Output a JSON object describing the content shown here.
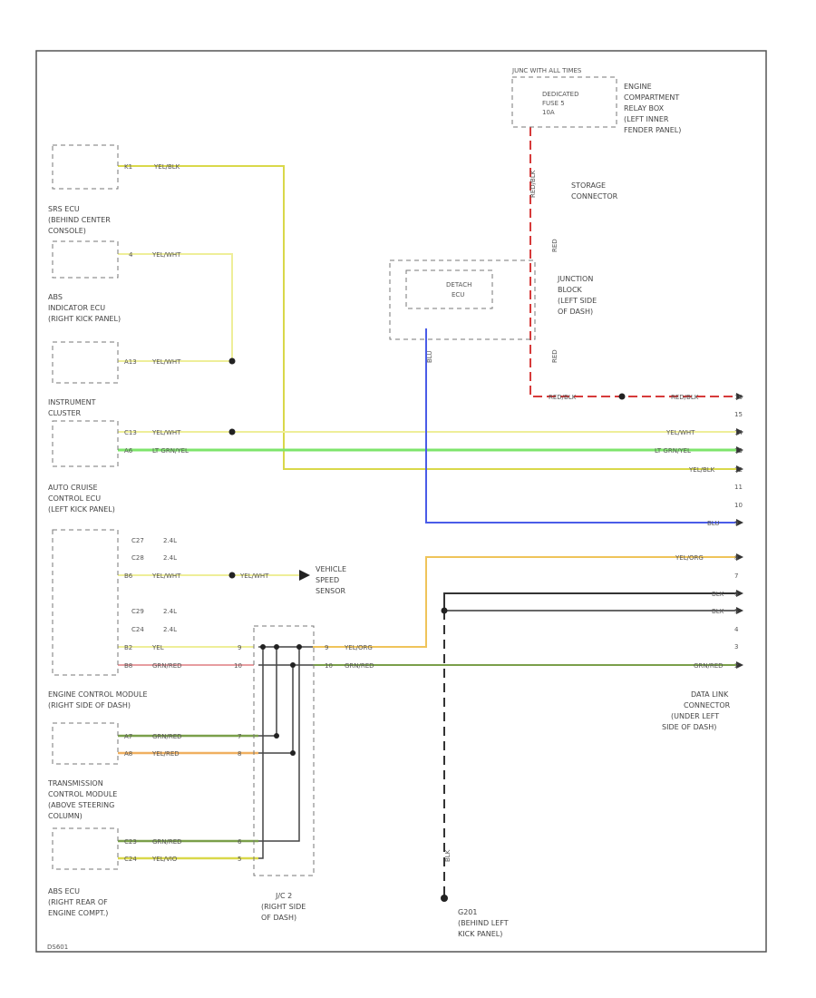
{
  "colors": {
    "yellow_black": "#d9d84a",
    "yellow_white": "#eeee99",
    "light_green": "#7de46b",
    "blue": "#4a5ce8",
    "red": "#d63a3a",
    "yellow_orange": "#efc45a",
    "green_red": "#7a9f4a",
    "black": "#333333",
    "pink": "#e79da0",
    "orange": "#f0b060"
  },
  "components": {
    "fuse_box_note": "JUNC WITH ALL TIMES",
    "relay_box": [
      "ENGINE",
      "COMPARTMENT",
      "RELAY BOX",
      "(LEFT INNER",
      "FENDER PANEL)"
    ],
    "dedicated_fuse": [
      "DEDICATED",
      "FUSE 5",
      "10A"
    ],
    "storage_connector": [
      "STORAGE",
      "CONNECTOR"
    ],
    "junction_block": [
      "JUNCTION",
      "BLOCK",
      "(LEFT SIDE",
      "OF DASH)"
    ],
    "detach_ecu": [
      "DETACH",
      "ECU"
    ],
    "srs_ecu": [
      "SRS ECU",
      "(BEHIND CENTER",
      "CONSOLE)"
    ],
    "abs_ecu": [
      "ABS",
      "INDICATOR ECU",
      "(RIGHT KICK PANEL)"
    ],
    "instrument_cluster": [
      "INSTRUMENT",
      "CLUSTER"
    ],
    "cruise_ecu": [
      "AUTO CRUISE",
      "CONTROL ECU",
      "(LEFT KICK PANEL)"
    ],
    "ecm": [
      "ENGINE CONTROL MODULE",
      "(RIGHT SIDE OF DASH)"
    ],
    "tcm": [
      "TRANSMISSION",
      "CONTROL MODULE",
      "(ABOVE STEERING",
      "COLUMN)"
    ],
    "abs_ecu2": [
      "ABS ECU",
      "(RIGHT REAR OF",
      "ENGINE COMPT.)"
    ],
    "vss": [
      "VEHICLE",
      "SPEED",
      "SENSOR"
    ],
    "jc2": [
      "J/C 2",
      "(RIGHT SIDE",
      "OF DASH)"
    ],
    "dlc": [
      "DATA LINK",
      "CONNECTOR",
      "(UNDER LEFT",
      "SIDE OF DASH)"
    ],
    "ground": [
      "G201",
      "(BEHIND LEFT",
      "KICK PANEL)"
    ]
  },
  "pins": {
    "srs": "K1",
    "abs": "4",
    "ic1": "A13",
    "cruise1": "C13",
    "cruise2": "A6",
    "ecm_c27": "C27",
    "ecm_c28": "C28",
    "ecm_b6": "B6",
    "ecm_c29": "C29",
    "ecm_c24": "C24",
    "ecm_b2": "B2",
    "ecm_b8": "B8",
    "tcm_a7": "A7",
    "tcm_a8": "A8",
    "abs_c23": "C23",
    "abs_c24": "C24",
    "jc_9a": "9",
    "jc_10a": "10",
    "jc_9b": "9",
    "jc_10b": "10",
    "jc_7a": "7",
    "jc_8a": "8",
    "jc_6b": "6",
    "jc_5b": "5",
    "jc_right_9": "9",
    "jc_right_10": "10",
    "dlc_pins": [
      "16",
      "15",
      "14",
      "13",
      "12",
      "11",
      "10",
      "9",
      "8",
      "7",
      "6",
      "5",
      "4",
      "3",
      "2",
      "1"
    ]
  },
  "engines": {
    "a": "2.4L",
    "b": "2.4L",
    "c": "2.4L",
    "d": "2.4L"
  },
  "wire_labels": {
    "srs": "YEL/BLK",
    "abs": "YEL/WHT",
    "ic": "YEL/WHT",
    "cruise_top": "YEL/WHT",
    "cruise_bot": "LT GRN/YEL",
    "ecm_b6": "YEL/WHT",
    "vss": "YEL/WHT",
    "ecm_b2": "YEL",
    "ecm_b8": "GRN/RED",
    "tcm_a7": "GRN/RED",
    "tcm_a8": "YEL/RED",
    "abs_c23": "GRN/RED",
    "abs_c24": "YEL/VIO",
    "jc_right_top": "YEL/ORG",
    "jc_right_bot": "GRN/RED",
    "red_left": "RED/BLK",
    "red_right": "RED/BLK",
    "red_vert": "RED/BLK",
    "red_vert_short": "RED",
    "dlc_yelwht": "YEL/WHT",
    "dlc_ltgrn": "LT GRN/YEL",
    "dlc_yelblk": "YEL/BLK",
    "dlc_blu": "BLU",
    "dlc_yelorg": "YEL/ORG",
    "dlc_blk1": "BLK",
    "dlc_blk2": "BLK",
    "dlc_grnred": "GRN/RED",
    "blu_vert": "BLU",
    "blk_vert": "BLK"
  },
  "page_id": "DS601"
}
